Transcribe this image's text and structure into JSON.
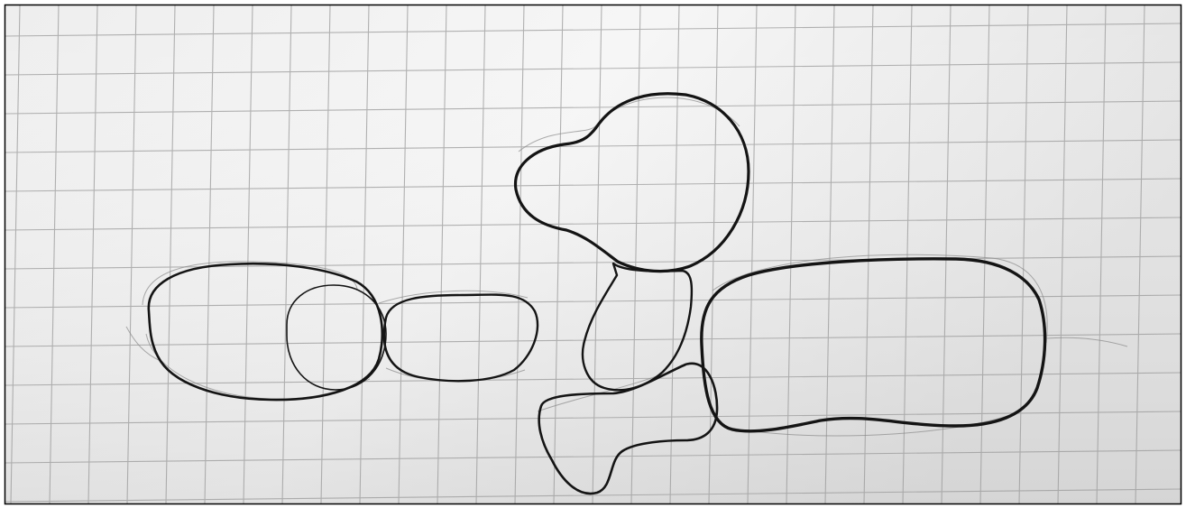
{
  "image": {
    "subject": "pencil-outlined-rounded-shapes-on-grid-paper",
    "colors": {
      "paper_light": "#f4f4f4",
      "paper_dark": "#dcdcdc",
      "grid_line": "#9a9a9a",
      "outline": "#141414",
      "faint_outline": "#8a8a8a",
      "border": "#000000"
    },
    "shapes": [
      "shape-left-oval",
      "shape-left-circle",
      "shape-bean",
      "shape-head-blob",
      "shape-neck",
      "shape-bone",
      "shape-large-oval"
    ]
  }
}
